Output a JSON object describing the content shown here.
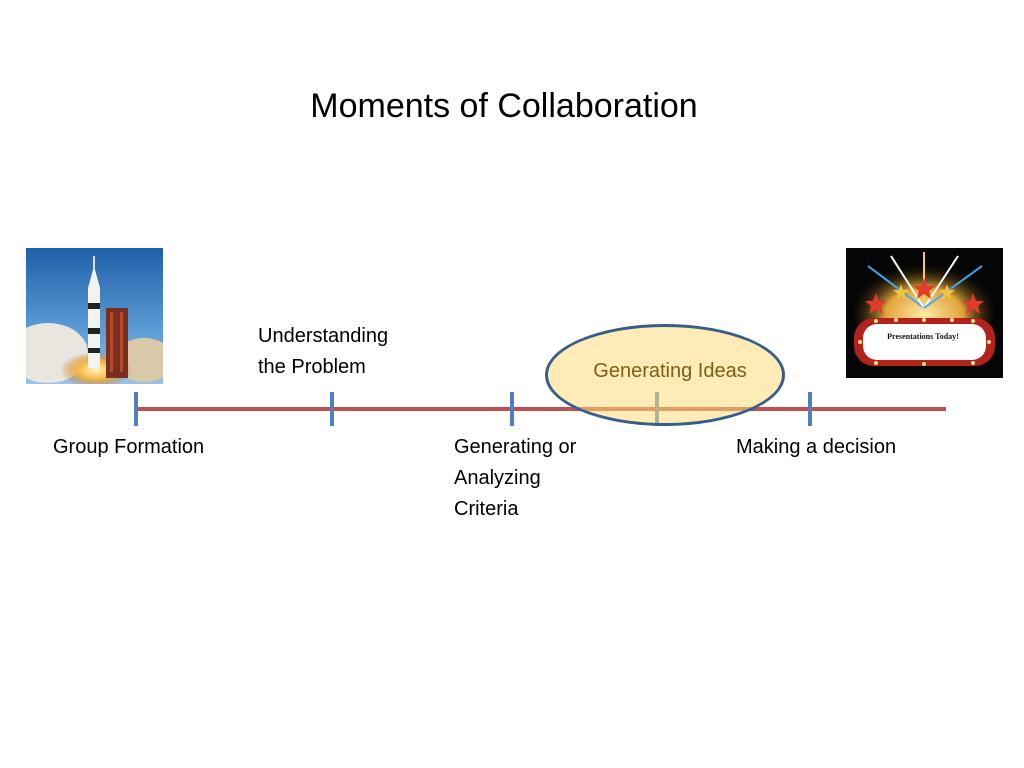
{
  "slide": {
    "title": "Moments of Collaboration"
  },
  "timeline": {
    "colors": {
      "line": "#c0504d",
      "tick": "#4f81bd",
      "oval_border": "#385d8a",
      "oval_fill": "#ffdb78",
      "highlight_text": "#7f5f17"
    },
    "stages": [
      {
        "label_lines": [
          "Group Formation"
        ]
      },
      {
        "label_lines": [
          "Understanding",
          "the Problem"
        ]
      },
      {
        "label_lines": [
          "Generating or",
          "Analyzing",
          "Criteria"
        ]
      },
      {
        "label_lines": [
          "Generating Ideas"
        ],
        "highlighted": true
      },
      {
        "label_lines": [
          "Making a decision"
        ]
      }
    ]
  },
  "images": {
    "left": {
      "icon": "rocket-launch-photo"
    },
    "right": {
      "icon": "marquee-sign-photo",
      "sign_text": "Presentations Today!"
    }
  }
}
